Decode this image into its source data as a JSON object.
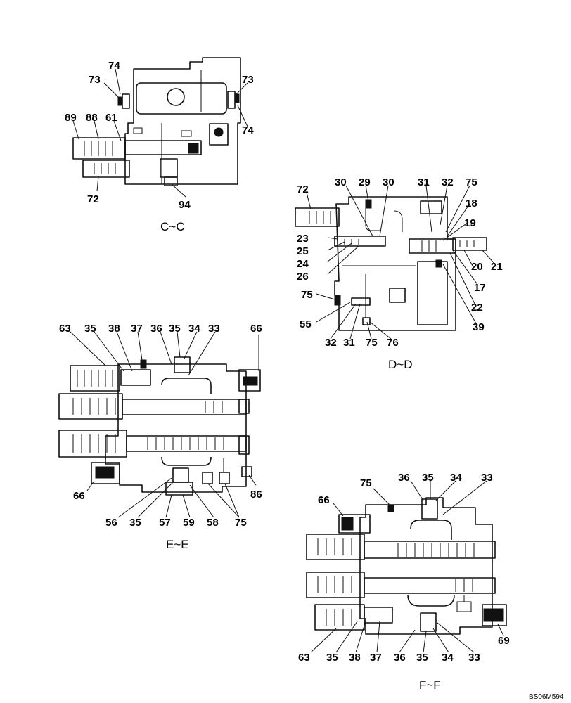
{
  "document_code": "BS06M594",
  "views": [
    {
      "title": "C~C",
      "callouts": [
        "74",
        "73",
        "73",
        "74",
        "89",
        "88",
        "61",
        "72",
        "94"
      ]
    },
    {
      "title": "D~D",
      "callouts": [
        "72",
        "30",
        "29",
        "30",
        "31",
        "32",
        "75",
        "18",
        "19",
        "23",
        "25",
        "24",
        "26",
        "20",
        "21",
        "17",
        "22",
        "75",
        "55",
        "32",
        "31",
        "75",
        "76",
        "39"
      ]
    },
    {
      "title": "E~E",
      "callouts": [
        "63",
        "35",
        "38",
        "37",
        "36",
        "35",
        "34",
        "33",
        "66",
        "66",
        "86",
        "56",
        "35",
        "57",
        "59",
        "58",
        "75"
      ]
    },
    {
      "title": "F~F",
      "callouts": [
        "75",
        "36",
        "35",
        "34",
        "33",
        "66",
        "69",
        "63",
        "35",
        "38",
        "37",
        "36",
        "35",
        "34",
        "33"
      ]
    }
  ]
}
